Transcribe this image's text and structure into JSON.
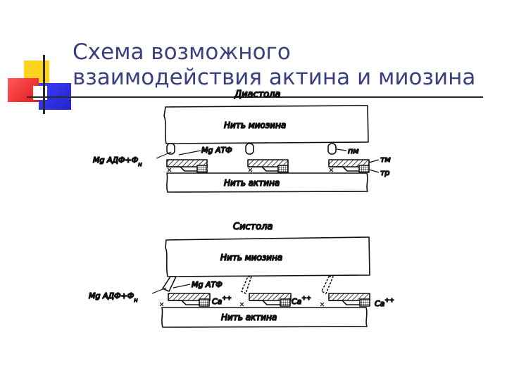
{
  "slide": {
    "title_line1": "Схема возможного",
    "title_line2": "взаимодействия актина и миозина"
  },
  "diagram": {
    "diastole": {
      "heading": "Диастола",
      "myosin_label": "Нить миозина",
      "actin_label": "Нить актина",
      "mg_adp": "Mg АДФ+Ф",
      "mg_adp_sub": "н",
      "mg_atp": "Mg АТФ",
      "label_pm": "пм",
      "label_tm": "тм",
      "label_tr": "тр"
    },
    "systole": {
      "heading": "Систола",
      "myosin_label": "Нить миозина",
      "actin_label": "Нить актина",
      "mg_adp": "Mg АДФ+Ф",
      "mg_adp_sub": "н",
      "mg_atp": "Mg АТФ",
      "ca_ion": "Ca",
      "ca_charge": "++"
    }
  },
  "colors": {
    "title": "#3a3f7e",
    "line": "#111111"
  }
}
